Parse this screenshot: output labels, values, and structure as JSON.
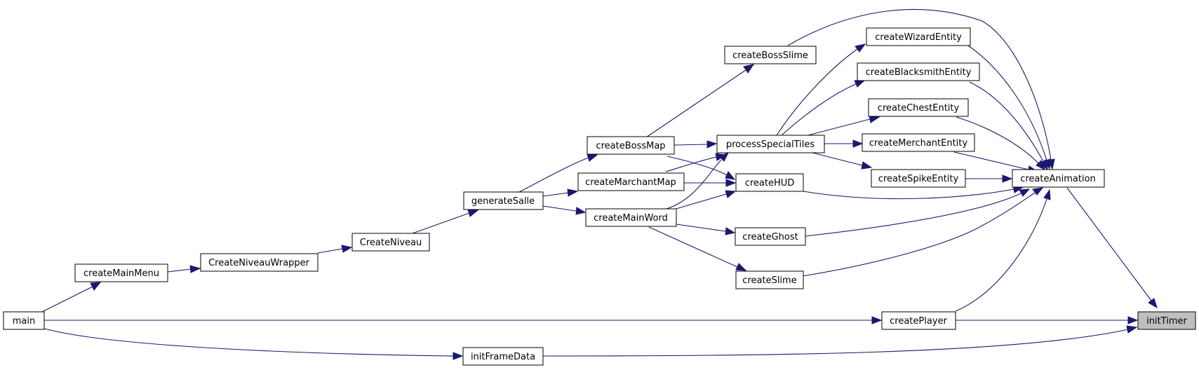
{
  "graph": {
    "title": "",
    "nodes": {
      "main": "main",
      "createMainMenu": "createMainMenu",
      "CreateNiveauWrapper": "CreateNiveauWrapper",
      "CreateNiveau": "CreateNiveau",
      "generateSalle": "generateSalle",
      "createBossMap": "createBossMap",
      "createMarchantMap": "createMarchantMap",
      "createMainWord": "createMainWord",
      "createBossSlime": "createBossSlime",
      "processSpecialTiles": "processSpecialTiles",
      "createHUD": "createHUD",
      "createGhost": "createGhost",
      "createSlime": "createSlime",
      "createWizardEntity": "createWizardEntity",
      "createBlacksmithEntity": "createBlacksmithEntity",
      "createChestEntity": "createChestEntity",
      "createMerchantEntity": "createMerchantEntity",
      "createSpikeEntity": "createSpikeEntity",
      "createAnimation": "createAnimation",
      "createPlayer": "createPlayer",
      "initFrameData": "initFrameData",
      "initTimer": "initTimer"
    },
    "highlighted_node": "initTimer",
    "edges": [
      [
        "main",
        "createMainMenu"
      ],
      [
        "main",
        "createPlayer"
      ],
      [
        "main",
        "initFrameData"
      ],
      [
        "createMainMenu",
        "CreateNiveauWrapper"
      ],
      [
        "CreateNiveauWrapper",
        "CreateNiveau"
      ],
      [
        "CreateNiveau",
        "generateSalle"
      ],
      [
        "generateSalle",
        "createBossMap"
      ],
      [
        "generateSalle",
        "createMarchantMap"
      ],
      [
        "generateSalle",
        "createMainWord"
      ],
      [
        "createBossMap",
        "createBossSlime"
      ],
      [
        "createBossMap",
        "processSpecialTiles"
      ],
      [
        "createBossMap",
        "createHUD"
      ],
      [
        "createMarchantMap",
        "processSpecialTiles"
      ],
      [
        "createMarchantMap",
        "createHUD"
      ],
      [
        "createMainWord",
        "processSpecialTiles"
      ],
      [
        "createMainWord",
        "createHUD"
      ],
      [
        "createMainWord",
        "createGhost"
      ],
      [
        "createMainWord",
        "createSlime"
      ],
      [
        "processSpecialTiles",
        "createWizardEntity"
      ],
      [
        "processSpecialTiles",
        "createBlacksmithEntity"
      ],
      [
        "processSpecialTiles",
        "createChestEntity"
      ],
      [
        "processSpecialTiles",
        "createMerchantEntity"
      ],
      [
        "processSpecialTiles",
        "createSpikeEntity"
      ],
      [
        "createBossSlime",
        "createAnimation"
      ],
      [
        "createWizardEntity",
        "createAnimation"
      ],
      [
        "createBlacksmithEntity",
        "createAnimation"
      ],
      [
        "createChestEntity",
        "createAnimation"
      ],
      [
        "createMerchantEntity",
        "createAnimation"
      ],
      [
        "createSpikeEntity",
        "createAnimation"
      ],
      [
        "createHUD",
        "createAnimation"
      ],
      [
        "createGhost",
        "createAnimation"
      ],
      [
        "createSlime",
        "createAnimation"
      ],
      [
        "createPlayer",
        "createAnimation"
      ],
      [
        "createAnimation",
        "initTimer"
      ],
      [
        "createPlayer",
        "initTimer"
      ],
      [
        "initFrameData",
        "initTimer"
      ]
    ]
  }
}
